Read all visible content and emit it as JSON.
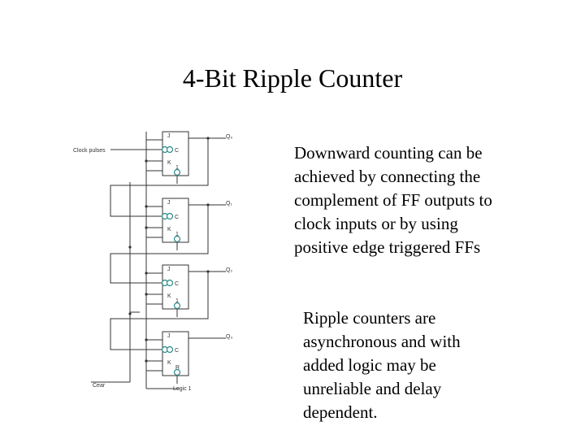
{
  "slide": {
    "title": "4-Bit Ripple Counter",
    "paragraphs": [
      "Downward counting can be\nachieved by connecting the\ncomplement of FF outputs to\nclock inputs or by using\npositive edge triggered FFs",
      "Ripple counters are\nasynchronous and with\nadded logic may be\nunreliable and delay\ndependent."
    ]
  },
  "circuit": {
    "input_label": "Clock pulses",
    "flip_flops": [
      {
        "output": "Q₀",
        "pins": [
          "J",
          "C",
          "K",
          "1"
        ]
      },
      {
        "output": "Q₁",
        "pins": [
          "J",
          "C",
          "K",
          "1"
        ]
      },
      {
        "output": "Q₂",
        "pins": [
          "J",
          "C",
          "K",
          "1"
        ]
      },
      {
        "output": "Q₃",
        "pins": [
          "J",
          "C",
          "K",
          "R"
        ]
      }
    ],
    "clear_label": "C̅ear",
    "logic_label": "Logic 1"
  }
}
